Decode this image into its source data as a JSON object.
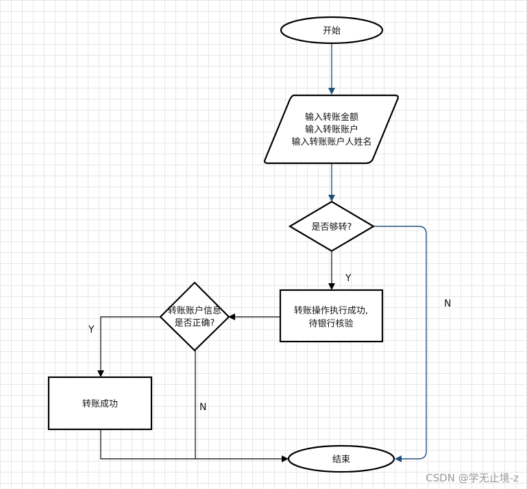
{
  "nodes": {
    "start": "开始",
    "input": [
      "输入转账金额",
      "输入转账账户",
      "输入转账账户人姓名"
    ],
    "decision_enough": "是否够转?",
    "transfer_pending": [
      "转账操作执行成功,",
      "待银行核验"
    ],
    "decision_account": [
      "转账账户信息",
      "是否正确?"
    ],
    "success": "转账成功",
    "end": "结束"
  },
  "edges": {
    "enough_yes": "Y",
    "enough_no": "N",
    "account_yes": "Y",
    "account_no": "N"
  },
  "colors": {
    "flow_arrow": "#1f4e79",
    "plain_arrow": "#000000"
  },
  "watermark": "CSDN @学无止境-z"
}
